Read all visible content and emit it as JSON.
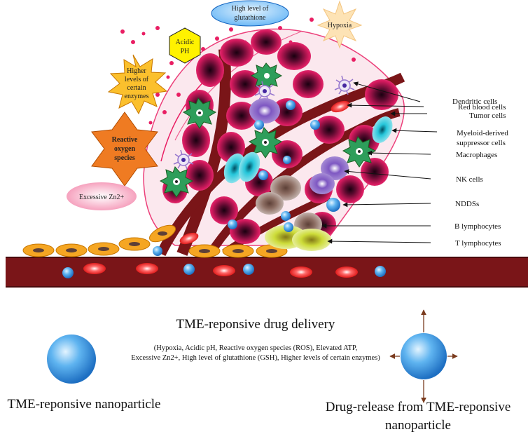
{
  "stimuli": {
    "glutathione": [
      "High level of",
      "glutathione"
    ],
    "hypoxia": "Hypoxia",
    "acidic": [
      "Acidic",
      "PH"
    ],
    "enzymes": [
      "Higher",
      "levels of",
      "certain",
      "enzymes"
    ],
    "ros": [
      "Reactive",
      "oxygen",
      "species"
    ],
    "zinc": "Excessive Zn2+"
  },
  "cell_labels": [
    "Dendritic cells",
    "Red blood cells",
    "Tumor cells",
    "Myeloid-derived suppressor cells",
    "Macrophages",
    "NK cells",
    "NDDSs",
    "B lymphocytes",
    "T lymphocytes"
  ],
  "cell_labels_lines": {
    "mdsc": [
      "Myeloid-derived",
      "suppressor cells"
    ]
  },
  "bottom": {
    "title": "TME-reponsive drug delivery",
    "factors_line1": "(Hypoxia, Acidic pH, Reactive oxygen species (ROS), Elevated ATP,",
    "factors_line2": "Excessive Zn2+, High level of glutathione (GSH), Higher levels of certain enzymes)",
    "left_caption": "TME-reponsive nanoparticle",
    "right_caption_line1": "Drug-release from TME-reponsive",
    "right_caption_line2": "nanoparticle"
  },
  "colors": {
    "vessel": "#7a1518",
    "tumor": "#d81b60",
    "rbc": "#e53935",
    "nanoparticle": "#42a5f5",
    "macrophage": "#2e9e5b",
    "nk": "#8e6bbf",
    "mdsc": "#26c6da",
    "b_cell": "#a1887f",
    "t_cell": "#d4e157",
    "endothelial": "#f5a623"
  }
}
